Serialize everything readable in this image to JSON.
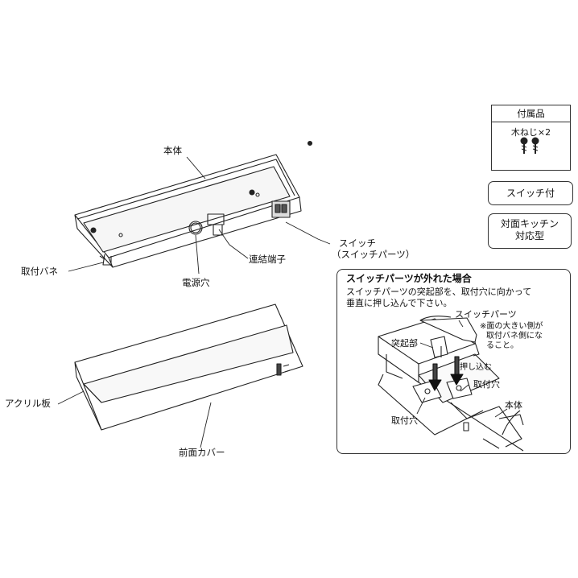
{
  "labels": {
    "body": "本体",
    "mount_spring": "取付バネ",
    "power_hole": "電源穴",
    "connector_terminal": "連結端子",
    "switch": "スイッチ",
    "switch_parts": "（スイッチパーツ）",
    "acrylic_plate": "アクリル板",
    "front_cover": "前面カバー"
  },
  "accessories": {
    "title": "付属品",
    "item": "木ねじ×2"
  },
  "badges": {
    "switch_included": "スイッチ付",
    "kitchen_line1": "対面キッチン",
    "kitchen_line2": "対応型"
  },
  "inset": {
    "title": "スイッチパーツが外れた場合",
    "instruction_line1": "スイッチパーツの突起部を、取付穴に向かって",
    "instruction_line2": "垂直に押し込んで下さい。",
    "switch_parts": "スイッチパーツ",
    "note_line1": "※面の大きい側が",
    "note_line2": "取付バネ側にな",
    "note_line3": "ること。",
    "protrusion": "突起部",
    "push_in": "押し込む",
    "mount_hole_right": "取付穴",
    "body": "本体",
    "mount_hole_left": "取付穴"
  }
}
